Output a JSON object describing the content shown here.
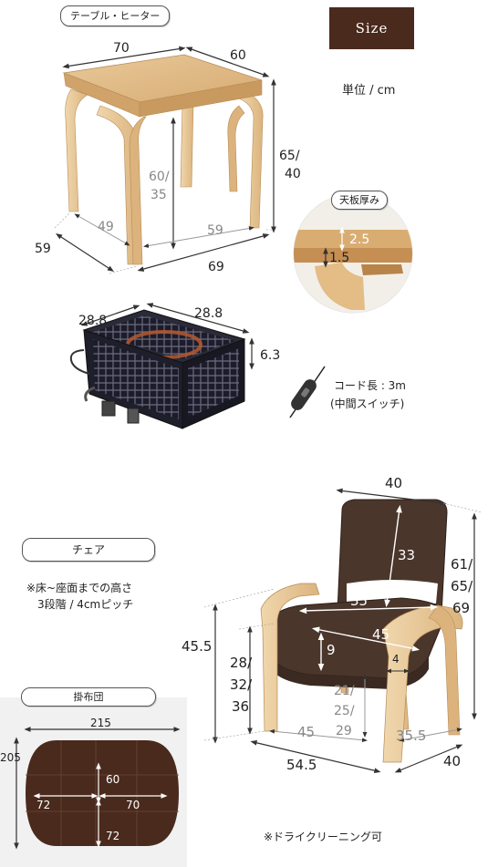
{
  "labels": {
    "table_heater": "テーブル・ヒーター",
    "size": "Size",
    "unit": "単位 / cm",
    "top_thickness": "天板厚み",
    "chair": "チェア",
    "chair_note_1": "※床~座面までの高さ",
    "chair_note_2": "3段階 / 4cmピッチ",
    "futon": "掛布団",
    "cord_length": "コード長 : 3m",
    "middle_switch": "(中間スイッチ)",
    "dry_clean": "※ドライクリーニング可"
  },
  "table": {
    "top_width": "70",
    "top_depth": "60",
    "height": "65/\n40",
    "height_a": "65/",
    "height_b": "40",
    "inner_height_a": "60/",
    "inner_height_b": "35",
    "leg_span_front": "69",
    "leg_span_side": "59",
    "inner_side": "49",
    "inner_front": "59",
    "thickness": "2.5",
    "thickness_2": "1.5"
  },
  "heater": {
    "left": "28.8",
    "right": "28.8",
    "height": "6.3"
  },
  "chair_dims": {
    "back_width": "40",
    "back_height": "33",
    "total_a": "61/",
    "total_b": "65/",
    "total_c": "69",
    "seat_width": "35",
    "seat_depth": "45",
    "seat_thick": "9",
    "step": "4",
    "left_height": "45.5",
    "arm_a": "28/",
    "arm_b": "32/",
    "arm_c": "36",
    "seat_h_a": "21/",
    "seat_h_b": "25/",
    "seat_h_c": "29",
    "base_depth": "45",
    "base_right": "35.5",
    "base_front": "54.5",
    "base_side": "40"
  },
  "futon_dims": {
    "width": "215",
    "depth": "205",
    "a": "60",
    "b": "72",
    "c": "70",
    "d": "72"
  }
}
